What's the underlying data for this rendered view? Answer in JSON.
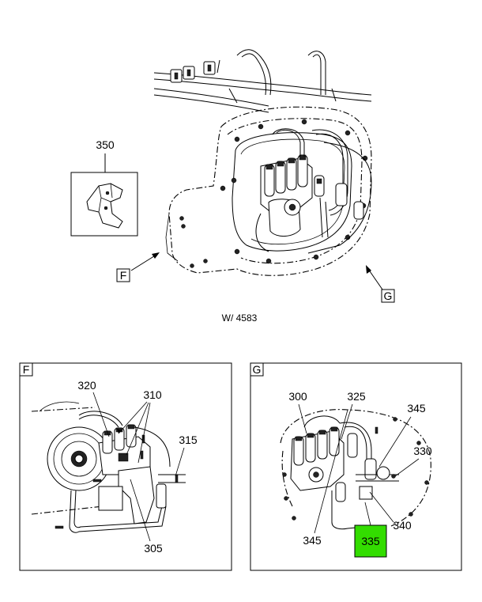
{
  "main_view": {
    "note": "W/ 4583",
    "callout_350": "350",
    "view_marker_f": "F",
    "view_marker_g": "G"
  },
  "detail_f": {
    "corner_label": "F",
    "labels": [
      "320",
      "310",
      "315",
      "305"
    ]
  },
  "detail_g": {
    "corner_label": "G",
    "labels": [
      "300",
      "325",
      "345",
      "330",
      "345",
      "340"
    ],
    "highlighted_label": "335",
    "highlight_color": "#33dd00"
  }
}
